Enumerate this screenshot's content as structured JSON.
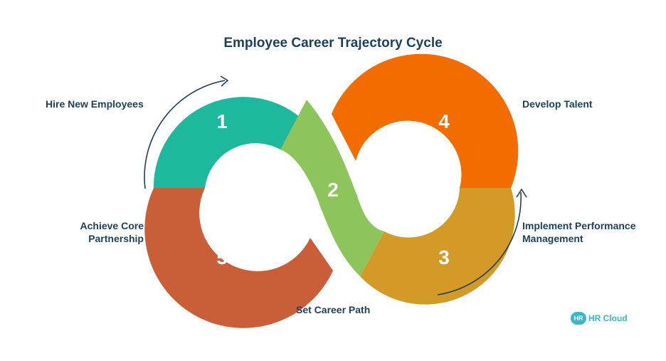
{
  "title": "Employee Career Trajectory Cycle",
  "stages": [
    {
      "number": "1",
      "label": "Hire New Employees",
      "color": "#1db89e"
    },
    {
      "number": "2",
      "label": "Set Career Path",
      "color": "#8dc45c"
    },
    {
      "number": "3",
      "label": "Implement Performance Management",
      "color": "#d39a28"
    },
    {
      "number": "4",
      "label": "Develop Talent",
      "color": "#f26c00"
    },
    {
      "number": "5",
      "label": "Achieve Core Partnership",
      "color": "#c95e38"
    }
  ],
  "arrow_color": "#1e3f5a",
  "logo": {
    "badge": "HR",
    "text": "HR Cloud"
  }
}
